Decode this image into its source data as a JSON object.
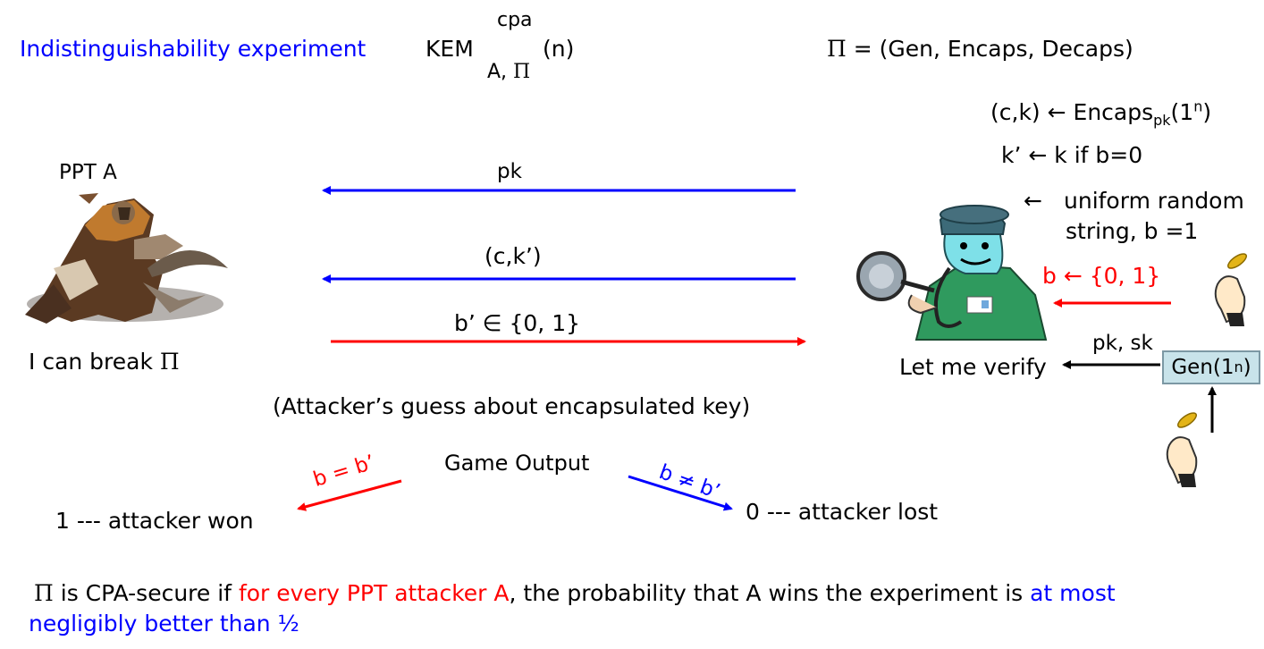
{
  "title": "Indistinguishability experiment",
  "kem_label": "KEM",
  "kem_superscript": "cpa",
  "kem_subscript_a": "A,",
  "pi_symbol": "Π",
  "kem_arg": "(n)",
  "scheme_def": "= (Gen, Encaps, Decaps)",
  "challenger_steps": {
    "encaps_prefix": "(c,k) ← Encaps",
    "encaps_sub": "pk",
    "encaps_suffix_a": "(1",
    "encaps_sup": "n",
    "encaps_suffix_b": ")",
    "kprime_line": "k’ ← k if b=0",
    "uniform_arrow": "←",
    "uniform_line1": "uniform random",
    "uniform_line2": "string, b =1"
  },
  "attacker": {
    "label": "PPT A",
    "claim_prefix": "I can break"
  },
  "messages": {
    "pk": "pk",
    "ck": "(c,k’)",
    "guess": "b’ ∈ {0, 1}",
    "guess_note": "(Attacker’s guess about encapsulated key)"
  },
  "challenger": {
    "bit_choice": "b ← {0, 1}",
    "keys_label": "pk, sk",
    "verify_label": "Let me verify",
    "gen_prefix": "Gen(1",
    "gen_sup": "n",
    "gen_suffix": ")"
  },
  "outcome": {
    "title": "Game Output",
    "win_condition": "b = b’",
    "lose_condition": "b ≠ b’",
    "win_label": "1 --- attacker won",
    "lose_label": "0 --- attacker lost"
  },
  "definition": {
    "part1": " is CPA-secure if ",
    "part2": "for every PPT  attacker A",
    "part3": ", the probability that A wins the experiment is ",
    "part4": "at most",
    "part5": "negligibly better than ½"
  },
  "colors": {
    "blue": "#0000ff",
    "red": "#ff0000",
    "gen_box": "#c8e3ea"
  },
  "illustrations": {
    "attacker": "armored-warrior-icon",
    "challenger": "doctor-with-stethoscope-icon",
    "coin_flip": "coin-flip-hand-icon"
  }
}
